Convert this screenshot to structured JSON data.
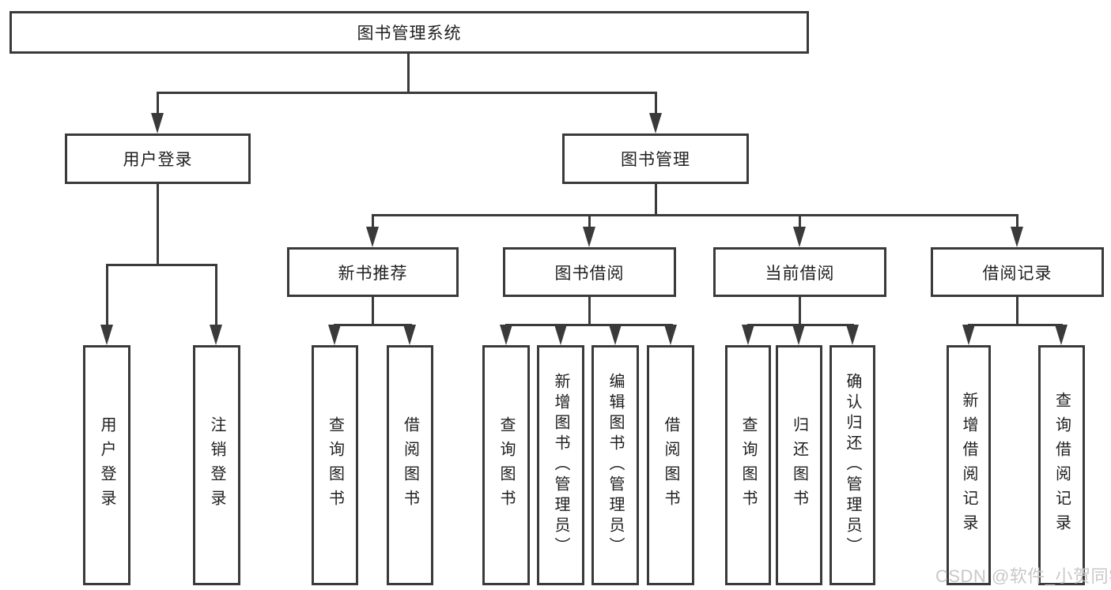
{
  "diagram": {
    "root": {
      "label": "图书管理系统"
    },
    "branches": [
      {
        "label": "用户登录",
        "leaves": [
          "用户登录",
          "注销登录"
        ]
      },
      {
        "label": "图书管理",
        "children": [
          {
            "label": "新书推荐",
            "leaves": [
              "查询图书",
              "借阅图书"
            ]
          },
          {
            "label": "图书借阅",
            "leaves": [
              "查询图书",
              "新增图书（管理员）",
              "编辑图书（管理员）",
              "借阅图书"
            ]
          },
          {
            "label": "当前借阅",
            "leaves": [
              "查询图书",
              "归还图书",
              "确认归还（管理员）"
            ]
          },
          {
            "label": "借阅记录",
            "leaves": [
              "新增借阅记录",
              "查询借阅记录"
            ]
          }
        ]
      }
    ]
  },
  "watermark": {
    "text": "CSDN @软件_小贺同学"
  },
  "colors": {
    "line": "#3a3a3a",
    "text": "#1f1f1f",
    "watermark": "#c8c8c8",
    "background": "#ffffff"
  }
}
